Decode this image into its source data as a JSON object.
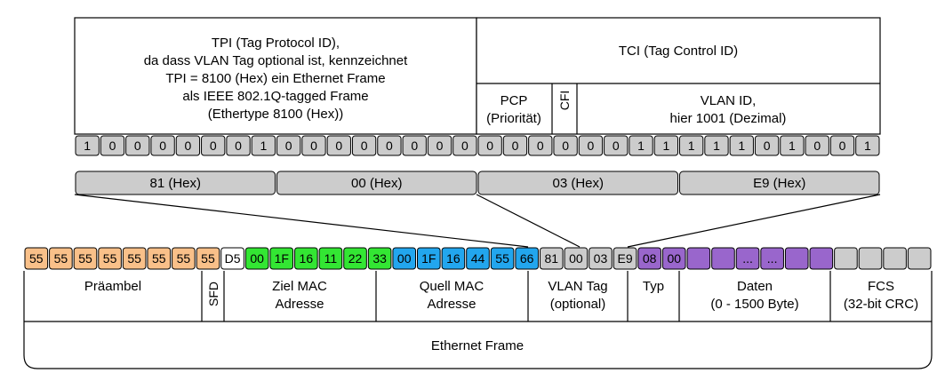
{
  "tpi": {
    "lines": [
      "TPI (Tag Protocol ID),",
      "da dass VLAN Tag optional ist, kennzeichnet",
      "TPI = 8100 (Hex) ein Ethernet Frame",
      "als IEEE 802.1Q-tagged Frame",
      "(Ethertype 8100 (Hex))"
    ]
  },
  "tci": {
    "label": "TCI (Tag Control ID)"
  },
  "pcp": {
    "line1": "PCP",
    "line2": "(Priorität)"
  },
  "cfi": {
    "label": "CFI"
  },
  "vlan_id": {
    "line1": "VLAN ID,",
    "line2": "hier 1001 (Dezimal)"
  },
  "bits": [
    "1",
    "0",
    "0",
    "0",
    "0",
    "0",
    "0",
    "1",
    "0",
    "0",
    "0",
    "0",
    "0",
    "0",
    "0",
    "0",
    "0",
    "0",
    "0",
    "0",
    "0",
    "0",
    "1",
    "1",
    "1",
    "1",
    "1",
    "0",
    "1",
    "0",
    "0",
    "1"
  ],
  "hex_bytes": [
    "81 (Hex)",
    "00 (Hex)",
    "03 (Hex)",
    "E9 (Hex)"
  ],
  "frame_bytes": [
    {
      "text": "55",
      "color": "#f9c089"
    },
    {
      "text": "55",
      "color": "#f9c089"
    },
    {
      "text": "55",
      "color": "#f9c089"
    },
    {
      "text": "55",
      "color": "#f9c089"
    },
    {
      "text": "55",
      "color": "#f9c089"
    },
    {
      "text": "55",
      "color": "#f9c089"
    },
    {
      "text": "55",
      "color": "#f9c089"
    },
    {
      "text": "55",
      "color": "#f9c089"
    },
    {
      "text": "D5",
      "color": "#ffffff"
    },
    {
      "text": "00",
      "color": "#33e633"
    },
    {
      "text": "1F",
      "color": "#33e633"
    },
    {
      "text": "16",
      "color": "#33e633"
    },
    {
      "text": "11",
      "color": "#33e633"
    },
    {
      "text": "22",
      "color": "#33e633"
    },
    {
      "text": "33",
      "color": "#33e633"
    },
    {
      "text": "00",
      "color": "#22a6ee"
    },
    {
      "text": "1F",
      "color": "#22a6ee"
    },
    {
      "text": "16",
      "color": "#22a6ee"
    },
    {
      "text": "44",
      "color": "#22a6ee"
    },
    {
      "text": "55",
      "color": "#22a6ee"
    },
    {
      "text": "66",
      "color": "#22a6ee"
    },
    {
      "text": "81",
      "color": "#cccccc"
    },
    {
      "text": "00",
      "color": "#cccccc"
    },
    {
      "text": "03",
      "color": "#cccccc"
    },
    {
      "text": "E9",
      "color": "#cccccc"
    },
    {
      "text": "08",
      "color": "#9966cc"
    },
    {
      "text": "00",
      "color": "#9966cc"
    },
    {
      "text": "",
      "color": "#9966cc"
    },
    {
      "text": "",
      "color": "#9966cc"
    },
    {
      "text": "...",
      "color": "#9966cc"
    },
    {
      "text": "...",
      "color": "#9966cc"
    },
    {
      "text": "",
      "color": "#9966cc"
    },
    {
      "text": "",
      "color": "#9966cc"
    },
    {
      "text": "",
      "color": "#cccccc"
    },
    {
      "text": "",
      "color": "#cccccc"
    },
    {
      "text": "",
      "color": "#cccccc"
    },
    {
      "text": "",
      "color": "#cccccc"
    }
  ],
  "fields": {
    "praeambel": "Präambel",
    "sfd": "SFD",
    "ziel_mac": [
      "Ziel MAC",
      "Adresse"
    ],
    "quell_mac": [
      "Quell MAC",
      "Adresse"
    ],
    "vlan_tag": [
      "VLAN Tag",
      "(optional)"
    ],
    "typ": "Typ",
    "daten": [
      "Daten",
      "(0 - 1500 Byte)"
    ],
    "fcs": [
      "FCS",
      "(32-bit CRC)"
    ]
  },
  "frame_label": "Ethernet Frame"
}
